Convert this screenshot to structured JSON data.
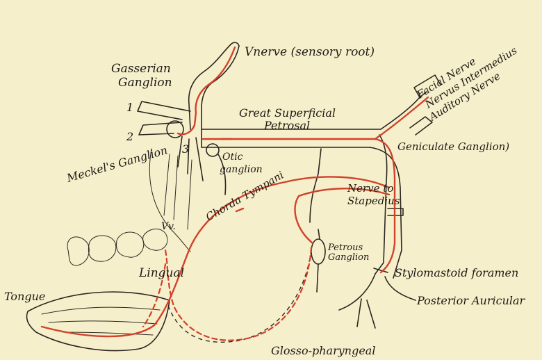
{
  "colors": {
    "background": "#f6efcc",
    "ink": "#2b2620",
    "nerve_path": "#d2412a"
  },
  "labels": {
    "v_nerve": "Vnerve (sensory root)",
    "gasserian": "Gasserian",
    "ganglion": "Ganglion",
    "num_1": "1",
    "num_2": "2",
    "num_3": "3",
    "meckels": "Meckel's Ganglion",
    "great_sup": "Great Superficial",
    "petrosal": "Petrosal",
    "facial": "Facial Nerve",
    "intermedius": "Nervus Intermedius",
    "auditory": "Auditory Nerve",
    "geniculate": "Geniculate Ganglion)",
    "otic": "Otic",
    "otic2": "ganglion",
    "chorda": "Chorda Tympani",
    "nerve_to": "Nerve to",
    "stapedius": "Stapedius",
    "petrous": "Petrous",
    "petrous2": "Ganglion",
    "vv": "Vv.",
    "lingual": "Lingual",
    "tongue": "Tongue",
    "stylomastoid": "Stylomastoid foramen",
    "posterior": "Posterior Auricular",
    "glosso": "Glosso-pharyngeal"
  }
}
